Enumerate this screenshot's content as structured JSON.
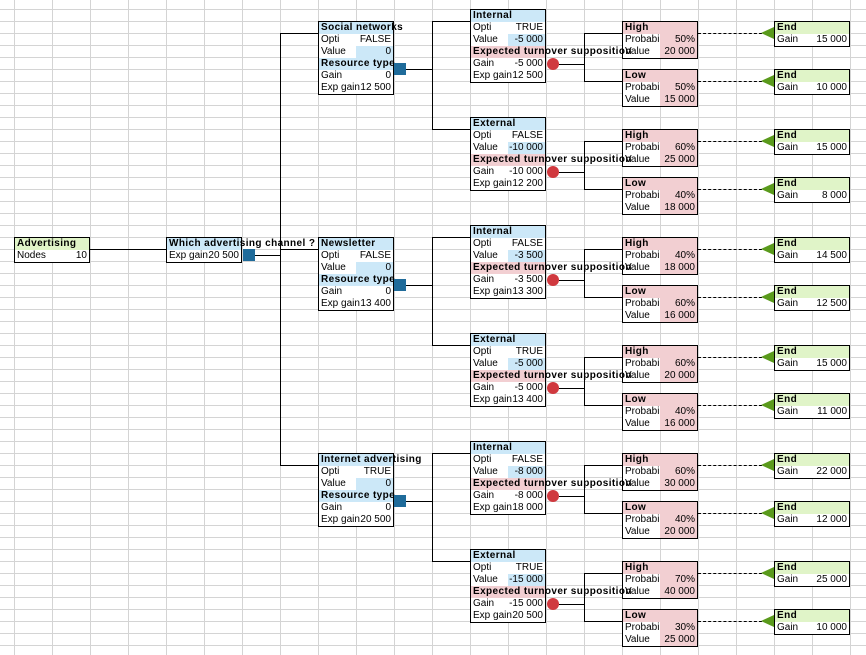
{
  "colors": {
    "decision_header": "#cce8f8",
    "chance_header": "#f2cfd2",
    "root_header": "#e0f4c8",
    "end_header": "#e0f4c8",
    "decision_node": "#1f6b9a",
    "chance_node": "#d0393f",
    "end_marker": "#5a9a1c"
  },
  "labels": {
    "nodes": "Nodes",
    "exp_gain": "Exp gain",
    "opti": "Opti",
    "value": "Value",
    "gain": "Gain",
    "probabil": "Probabil",
    "resource_type": "Resource type",
    "turnover": "Expected turnover supposition",
    "end": "End"
  },
  "root": {
    "title": "Advertising",
    "nodes": "10"
  },
  "decision": {
    "title": "Which advertising channel ?",
    "exp_gain": "20 500"
  },
  "channels": [
    {
      "title": "Social networks",
      "opti": "FALSE",
      "value": "0",
      "gain": "0",
      "exp_gain": "12 500",
      "resources": [
        {
          "title": "Internal",
          "opti": "TRUE",
          "value": "-5 000",
          "gain": "-5 000",
          "exp_gain": "12 500",
          "outcomes": [
            {
              "title": "High",
              "prob": "50%",
              "value": "20 000",
              "end_gain": "15 000"
            },
            {
              "title": "Low",
              "prob": "50%",
              "value": "15 000",
              "end_gain": "10 000"
            }
          ]
        },
        {
          "title": "External",
          "opti": "FALSE",
          "value": "-10 000",
          "gain": "-10 000",
          "exp_gain": "12 200",
          "outcomes": [
            {
              "title": "High",
              "prob": "60%",
              "value": "25 000",
              "end_gain": "15 000"
            },
            {
              "title": "Low",
              "prob": "40%",
              "value": "18 000",
              "end_gain": "8 000"
            }
          ]
        }
      ]
    },
    {
      "title": "Newsletter",
      "opti": "FALSE",
      "value": "0",
      "gain": "0",
      "exp_gain": "13 400",
      "resources": [
        {
          "title": "Internal",
          "opti": "FALSE",
          "value": "-3 500",
          "gain": "-3 500",
          "exp_gain": "13 300",
          "outcomes": [
            {
              "title": "High",
              "prob": "40%",
              "value": "18 000",
              "end_gain": "14 500"
            },
            {
              "title": "Low",
              "prob": "60%",
              "value": "16 000",
              "end_gain": "12 500"
            }
          ]
        },
        {
          "title": "External",
          "opti": "TRUE",
          "value": "-5 000",
          "gain": "-5 000",
          "exp_gain": "13 400",
          "outcomes": [
            {
              "title": "High",
              "prob": "60%",
              "value": "20 000",
              "end_gain": "15 000"
            },
            {
              "title": "Low",
              "prob": "40%",
              "value": "16 000",
              "end_gain": "11 000"
            }
          ]
        }
      ]
    },
    {
      "title": "Internet advertising",
      "opti": "TRUE",
      "value": "0",
      "gain": "0",
      "exp_gain": "20 500",
      "resources": [
        {
          "title": "Internal",
          "opti": "FALSE",
          "value": "-8 000",
          "gain": "-8 000",
          "exp_gain": "18 000",
          "outcomes": [
            {
              "title": "High",
              "prob": "60%",
              "value": "30 000",
              "end_gain": "22 000"
            },
            {
              "title": "Low",
              "prob": "40%",
              "value": "20 000",
              "end_gain": "12 000"
            }
          ]
        },
        {
          "title": "External",
          "opti": "TRUE",
          "value": "-15 000",
          "gain": "-15 000",
          "exp_gain": "20 500",
          "outcomes": [
            {
              "title": "High",
              "prob": "70%",
              "value": "40 000",
              "end_gain": "25 000"
            },
            {
              "title": "Low",
              "prob": "30%",
              "value": "25 000",
              "end_gain": "10 000"
            }
          ]
        }
      ]
    }
  ]
}
